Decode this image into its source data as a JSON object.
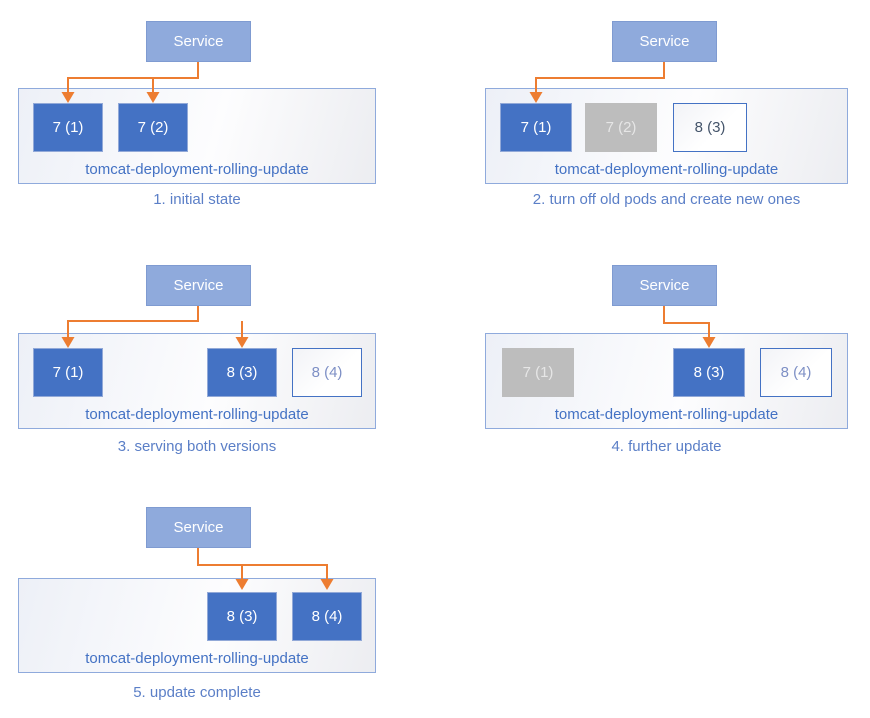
{
  "colors": {
    "service_fill": "#8FAADC",
    "service_border": "#7F9BD1",
    "container_border": "#8FAADC",
    "pod_active": "#4472C4",
    "pod_terminating": "#BDBDBD",
    "pod_terminating_text": "#E6E6E6",
    "pod_new_border": "#4472C4",
    "pod_new_text": "#7D8FC5",
    "pod_new_text_dark": "#44546A",
    "deployment_label_text": "#4472C4",
    "caption_text": "#5B7FC7",
    "arrow": "#ED7D31"
  },
  "panels": [
    {
      "service_label": "Service",
      "deployment_label": "tomcat-deployment-rolling-update",
      "caption": "1. initial state",
      "pods": [
        {
          "label": "7 (1)",
          "state": "active"
        },
        {
          "label": "7 (2)",
          "state": "active"
        }
      ]
    },
    {
      "service_label": "Service",
      "deployment_label": "tomcat-deployment-rolling-update",
      "caption": "2. turn off old pods and create new ones",
      "pods": [
        {
          "label": "7 (1)",
          "state": "active"
        },
        {
          "label": "7 (2)",
          "state": "terminating"
        },
        {
          "label": "8 (3)",
          "state": "new"
        }
      ]
    },
    {
      "service_label": "Service",
      "deployment_label": "tomcat-deployment-rolling-update",
      "caption": "3. serving both versions",
      "pods": [
        {
          "label": "7 (1)",
          "state": "active"
        },
        {
          "label": "8 (3)",
          "state": "active"
        },
        {
          "label": "8 (4)",
          "state": "new"
        }
      ]
    },
    {
      "service_label": "Service",
      "deployment_label": "tomcat-deployment-rolling-update",
      "caption": "4. further update",
      "pods": [
        {
          "label": "7 (1)",
          "state": "terminating"
        },
        {
          "label": "8 (3)",
          "state": "active"
        },
        {
          "label": "8 (4)",
          "state": "new"
        }
      ]
    },
    {
      "service_label": "Service",
      "deployment_label": "tomcat-deployment-rolling-update",
      "caption": "5. update complete",
      "pods": [
        {
          "label": "8 (3)",
          "state": "active"
        },
        {
          "label": "8 (4)",
          "state": "active"
        }
      ]
    }
  ]
}
